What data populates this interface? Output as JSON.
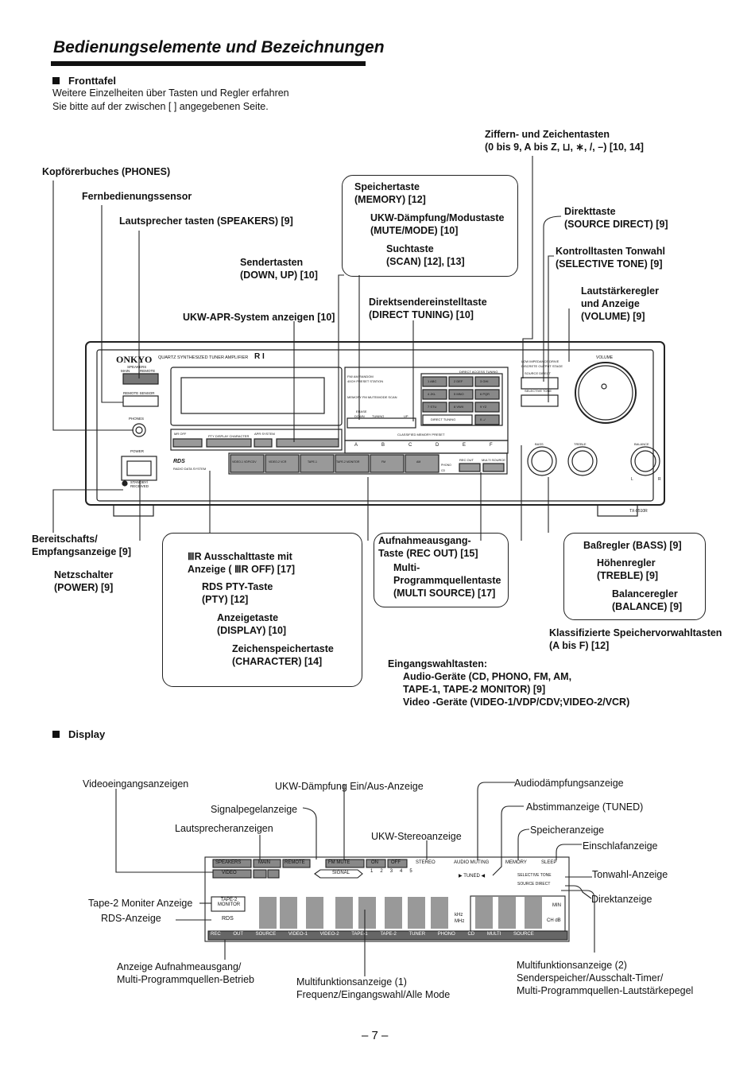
{
  "page": {
    "title": "Bedienungselemente und Bezeichnungen",
    "page_number": "– 7 –"
  },
  "front": {
    "heading": "Fronttafel",
    "intro": [
      "Weitere Einzelheiten über Tasten und Regler erfahren",
      "Sie bitte auf der zwischen [      ] angegebenen Seite."
    ],
    "labels": {
      "ziffern": [
        "Ziffern- und Zeichentasten",
        "(0 bis 9, A bis Z, ⊔, ∗, /, –) [10, 14]"
      ],
      "phones": "Kopförerbuches (PHONES)",
      "sensor": "Fernbedienungssensor",
      "speakers": "Lautsprecher tasten (SPEAKERS) [9]",
      "memory": [
        "Speichertaste",
        "(MEMORY) [12]"
      ],
      "mute": [
        "UKW-Dämpfung/Modustaste",
        "(MUTE/MODE) [10]"
      ],
      "scan": [
        "Suchtaste",
        "(SCAN) [12], [13]"
      ],
      "sender": [
        "Sendertasten",
        "(DOWN, UP) [10]"
      ],
      "apr": "UKW-APR-System anzeigen [10]",
      "direct_tuning": [
        "Direktsendereinstelltaste",
        "(DIRECT TUNING) [10]"
      ],
      "source_direct": [
        "Direkttaste",
        "(SOURCE DIRECT) [9]"
      ],
      "selective_tone": [
        "Kontrolltasten Tonwahl",
        "(SELECTIVE TONE) [9]"
      ],
      "volume": [
        "Lautstärkeregler",
        "und Anzeige",
        "(VOLUME) [9]"
      ],
      "standby": [
        "Bereitschafts/",
        "Empfangsanzeige [9]"
      ],
      "power": [
        "Netzschalter",
        "(POWER) [9]"
      ],
      "mr_off": [
        "ⅢR Ausschalttaste mit",
        "Anzeige ( ⅢR OFF) [17]"
      ],
      "pty": [
        "RDS PTY-Taste",
        "(PTY) [12]"
      ],
      "display_key": [
        "Anzeigetaste",
        "(DISPLAY) [10]"
      ],
      "character": [
        "Zeichenspeichertaste",
        "(CHARACTER) [14]"
      ],
      "rec_out": [
        "Aufnahmeausgang-",
        "Taste (REC OUT) [15]"
      ],
      "multi_source": [
        "Multi-",
        "Programmquellentaste",
        "(MULTI SOURCE) [17]"
      ],
      "bass": "Baßregler (BASS) [9]",
      "treble": [
        "Höhenregler",
        "(TREBLE) [9]"
      ],
      "balance": [
        "Balanceregler",
        "(BALANCE) [9]"
      ],
      "classified": [
        "Klassifizierte Speichervorwahltasten",
        "(A bis F) [12]"
      ],
      "input": [
        "Eingangswahltasten:",
        "Audio-Geräte (CD, PHONO, FM, AM,",
        "TAPE-1, TAPE-2 MONITOR) [9]",
        "Video -Geräte (VIDEO-1/VDP/CDV;VIDEO-2/VCR)"
      ]
    },
    "panel": {
      "brand": "ONKYO",
      "model_line": "QUARTZ SYNTHESIZED TUNER AMPLIFIER",
      "model_badge": "R I",
      "model": "TX-8510R",
      "speakers": "SPEAKERS",
      "main": "MAIN",
      "remote": "REMOTE",
      "remote_sensor": "REMOTE SENSOR",
      "phones": "PHONES",
      "power": "POWER",
      "standby": "STANDBY/ RECEIVED",
      "rds": "RDS",
      "rds_sub": "RADIO DATA SYSTEM",
      "fm_am_random": "FM/ AM RANDOM",
      "preset_station": "40CH PRESET STATION",
      "memory_row": "MEMORY FM MUTE/MODE SCAN",
      "erase": "ERASE",
      "down": "DOWN",
      "tuning": "TUNING",
      "up": "UP",
      "direct_access": "DIRECT ACCESS TUNING",
      "direct_tuning": "DIRECT TUNING",
      "classified": "CLASSIFIED MEMORY PRESET",
      "keypad": [
        "1 ABC",
        "2 DEF",
        "3 GHI",
        "4 JKL",
        "5 MNO",
        "6 PQR",
        "7 STU",
        "8 VWX",
        "9 YZ",
        "0 –/"
      ],
      "presets": [
        "A",
        "B",
        "C",
        "D",
        "E",
        "F"
      ],
      "inputs": [
        "VIDEO-1 VDP/CDV",
        "VIDEO-2 VCR",
        "TAPE-1",
        "TAPE-2 MONITOR",
        "FM",
        "AM",
        "PHONO",
        "CD"
      ],
      "mr_off": "MR OFF",
      "rds_row": "PTY DISPLAY CHARACTER",
      "apr": "APR SYSTEM",
      "rec_out": "REC OUT",
      "multi_source": "MULTI SOURCE",
      "low_imp": "LOW IMPEDANCE DRIVE",
      "discrete": "DISCRETE OUTPUT STAGE",
      "source_direct": "SOURCE DIRECT",
      "selective_tone": "SELECTIVE TONE",
      "volume": "VOLUME",
      "bass": "BASS",
      "treble": "TREBLE",
      "balance": "BALANCE",
      "l": "L",
      "r": "R"
    }
  },
  "display": {
    "heading": "Display",
    "labels": {
      "video_in": "Videoeingangsanzeigen",
      "mute_ind": "UKW-Dämpfung Ein/Aus-Anzeige",
      "audio_mute": "Audiodämpfungsanzeige",
      "signal": "Signalpegelanzeige",
      "tuned": "Abstimmanzeige (TUNED)",
      "speakers_ind": "Lautsprecheranzeigen",
      "stereo": "UKW-Stereoanzeige",
      "memory": "Speicheranzeige",
      "sleep": "Einschlafanzeige",
      "tone": "Tonwahl-Anzeige",
      "tape2": "Tape-2 Moniter Anzeige",
      "direct": "Direktanzeige",
      "rds": "RDS-Anzeige",
      "rec_out": [
        "Anzeige Aufnahmeausgang/",
        "Multi-Programmquellen-Betrieb"
      ],
      "multi1": [
        "Multifunktionsanzeige (1)",
        "Frequenz/Eingangswahl/Alle Mode"
      ],
      "multi2": [
        "Multifunktionsanzeige (2)",
        "Senderspeicher/Ausschalt-Timer/",
        "Multi-Programmquellen-Lautstärkepegel"
      ]
    },
    "lcd": {
      "speakers": "SPEAKERS",
      "main": "MAIN",
      "remote": "REMOTE",
      "video": "VIDEO",
      "fm_mute": "FM MUTE",
      "on": "ON",
      "off": "OFF",
      "signal": "SIGNAL",
      "stereo": "STEREO",
      "audio_muting": "AUDIO MUTING",
      "tuned": "TUNED",
      "memory": "MEMORY",
      "sleep": "SLEEP",
      "selective_tone": "SELECTIVE TONE",
      "source_direct": "SOURCE DIRECT",
      "tape2_monitor": "TAPE-2 MONITOR",
      "rds": "RDS",
      "khz": "kHz",
      "mhz": "MHz",
      "min": "MIN",
      "ch_db": "CH dB",
      "levels": [
        "1",
        "2",
        "3",
        "4",
        "5"
      ],
      "bottom": [
        "REC OUT",
        "SOURCE",
        "VIDEO-1",
        "VIDEO-2",
        "TAPE-1",
        "TAPE-2",
        "TUNER",
        "PHONO",
        "CD",
        "MULTI SOURCE"
      ]
    }
  }
}
